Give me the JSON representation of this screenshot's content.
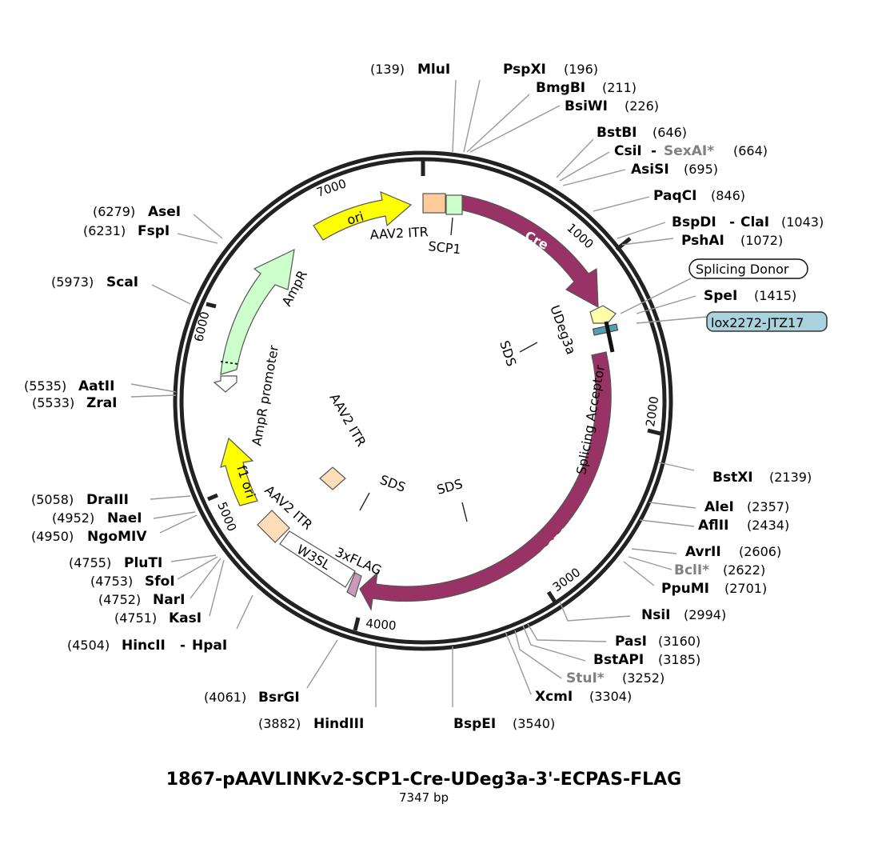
{
  "plasmid": {
    "name": "1867-pAAVLINKv2-SCP1-Cre-UDeg3a-3'-ECPAS-FLAG",
    "length_label": "7347 bp",
    "ticks": [
      "1000",
      "2000",
      "3000",
      "4000",
      "5000",
      "6000",
      "7000"
    ]
  },
  "sites": [
    {
      "name": "MluI",
      "pos": "(139)"
    },
    {
      "name": "PspXI",
      "pos": "(196)"
    },
    {
      "name": "BmgBI",
      "pos": "(211)"
    },
    {
      "name": "BsiWI",
      "pos": "(226)"
    },
    {
      "name": "BstBI",
      "pos": "(646)"
    },
    {
      "name": "CsiI",
      "name2": "SexAI*",
      "pos": "(664)"
    },
    {
      "name": "AsiSI",
      "pos": "(695)"
    },
    {
      "name": "PaqCI",
      "pos": "(846)"
    },
    {
      "name": "BspDI",
      "name2": "ClaI",
      "pos": "(1043)"
    },
    {
      "name": "PshAI",
      "pos": "(1072)"
    },
    {
      "name": "SpeI",
      "pos": "(1415)"
    },
    {
      "name": "BstXI",
      "pos": "(2139)"
    },
    {
      "name": "AleI",
      "pos": "(2357)"
    },
    {
      "name": "AflII",
      "pos": "(2434)"
    },
    {
      "name": "AvrII",
      "pos": "(2606)"
    },
    {
      "name": "BclI*",
      "pos": "(2622)"
    },
    {
      "name": "PpuMI",
      "pos": "(2701)"
    },
    {
      "name": "NsiI",
      "pos": "(2994)"
    },
    {
      "name": "PasI",
      "pos": "(3160)"
    },
    {
      "name": "BstAPI",
      "pos": "(3185)"
    },
    {
      "name": "StuI*",
      "pos": "(3252)"
    },
    {
      "name": "XcmI",
      "pos": "(3304)"
    },
    {
      "name": "BspEI",
      "pos": "(3540)"
    },
    {
      "name": "HindIII",
      "pos": "(3882)"
    },
    {
      "name": "BsrGI",
      "pos": "(4061)"
    },
    {
      "name": "HincII",
      "name2": "HpaI",
      "pos": "(4504)"
    },
    {
      "name": "KasI",
      "pos": "(4751)"
    },
    {
      "name": "NarI",
      "pos": "(4752)"
    },
    {
      "name": "SfoI",
      "pos": "(4753)"
    },
    {
      "name": "PluTI",
      "pos": "(4755)"
    },
    {
      "name": "NgoMIV",
      "pos": "(4950)"
    },
    {
      "name": "NaeI",
      "pos": "(4952)"
    },
    {
      "name": "DraIII",
      "pos": "(5058)"
    },
    {
      "name": "ZraI",
      "pos": "(5533)"
    },
    {
      "name": "AatII",
      "pos": "(5535)"
    },
    {
      "name": "ScaI",
      "pos": "(5973)"
    },
    {
      "name": "FspI",
      "pos": "(6231)"
    },
    {
      "name": "AseI",
      "pos": "(6279)"
    }
  ],
  "features": {
    "cre": "Cre",
    "ecpas": "ECPAS",
    "ori": "ori",
    "f1_ori": "f1 ori",
    "ampr": "AmpR",
    "ampr_promoter": "AmpR promoter",
    "aav2_itr_top": "AAV2 ITR",
    "aav2_itr_bottom": "AAV2 ITR",
    "aav2_itr_inner": "AAV2 ITR",
    "scp1": "SCP1",
    "udeg3a": "UDeg3a",
    "splicing_acceptor": "Splicing Acceptor",
    "w3sl": "W3SL",
    "flag": "3xFLAG",
    "sds_1": "SDS",
    "sds_2": "SDS",
    "sds_3": "SDS"
  },
  "callouts": {
    "splicing_donor": "Splicing Donor",
    "lox": "lox2272-JTZ17"
  },
  "colors": {
    "cre": "#993366",
    "ori": "#ffff00",
    "ampr": "#ccffcc",
    "itr": "#ffddb8",
    "lox_box": "#a8d3dd"
  }
}
